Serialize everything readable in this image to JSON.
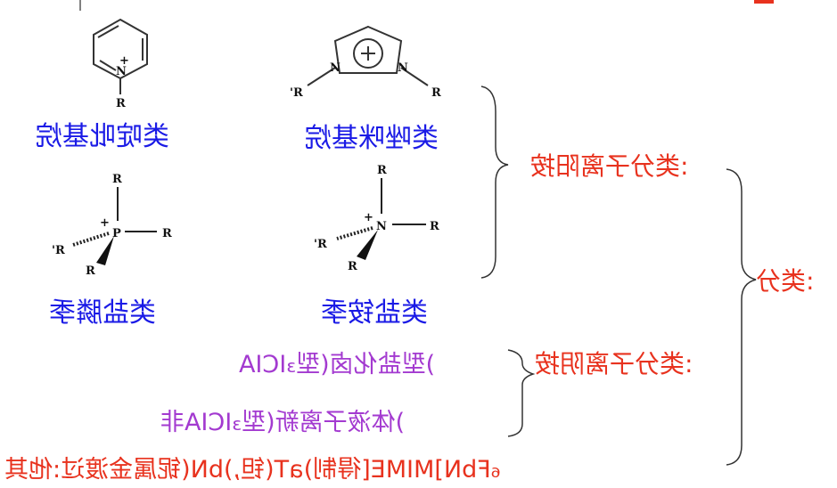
{
  "labels": {
    "pyridinium": "类啶吡基烷",
    "imidazolium": "类唑咪基烷",
    "phosphonium": "类盐膦季",
    "ammonium": "类盐铵季",
    "cation_class": ":类分子离阳按",
    "anion_class": ":类分子离阴按",
    "alcl3_type": ")型盐化卤(型₃ICIA",
    "non_alcl3_type": ")体液子离新(型₃ICIA非",
    "classification": ":类分",
    "other": "₆FbN]MIME[得制)aT(钽,)bN(铌属金渡过:他其"
  },
  "chem": {
    "R": "R",
    "R_prime": "'R",
    "N": "N",
    "P": "P",
    "plus": "+"
  },
  "colors": {
    "blue": "#1a1ae6",
    "red": "#e8321e",
    "purple": "#a33ad0"
  }
}
